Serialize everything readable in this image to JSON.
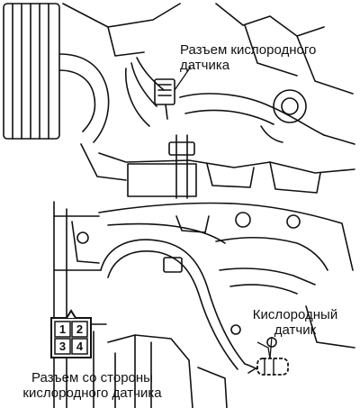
{
  "labels": {
    "top_connector": [
      "Разъем кислородного",
      "датчика"
    ],
    "sensor": [
      "Кислородный",
      "датчик"
    ],
    "harness_connector": [
      "Разъем со стороны",
      "кислородного датчика"
    ]
  },
  "pinout": {
    "pins": [
      "1",
      "2",
      "3",
      "4"
    ]
  },
  "colors": {
    "ink": "#111111",
    "background": "#ffffff"
  }
}
